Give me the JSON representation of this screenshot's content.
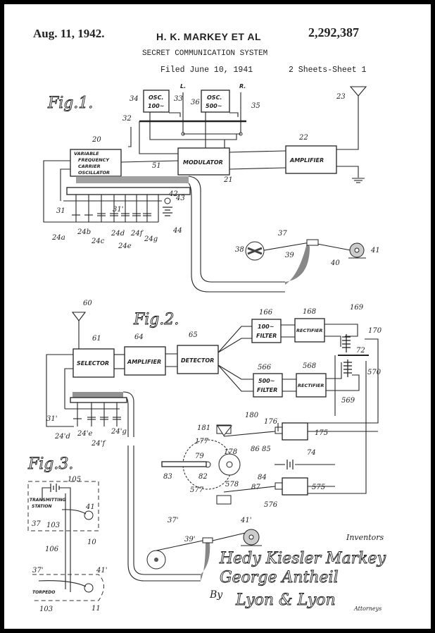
{
  "header": {
    "date": "Aug. 11, 1942.",
    "inventors_short": "H. K. MARKEY ET AL",
    "patent_number": "2,292,387",
    "title": "SECRET COMMUNICATION SYSTEM",
    "filed": "Filed June 10, 1941",
    "sheets": "2 Sheets-Sheet 1"
  },
  "fig1": {
    "label": "Fig.1.",
    "osc1": [
      "OSC.",
      "100~"
    ],
    "osc2": [
      "OSC.",
      "500~"
    ],
    "key_l": "L.",
    "key_r": "R.",
    "vfco": [
      "VARIABLE",
      "FREQUENCY",
      "CARRIER",
      "OSCILLATOR"
    ],
    "modulator": "MODULATOR",
    "amplifier": "AMPLIFIER",
    "refs": {
      "r20": "20",
      "r21": "21",
      "r22": "22",
      "r23": "23",
      "r31": "31",
      "r31b": "31'",
      "r32": "32",
      "r33": "33",
      "r34": "34",
      "r35": "35",
      "r36": "36",
      "r37": "37",
      "r38": "38",
      "r39": "39",
      "r40": "40",
      "r41": "41",
      "r42": "42",
      "r43": "43",
      "r44": "44",
      "r51": "51",
      "c24a": "24a",
      "c24b": "24b",
      "c24c": "24c",
      "c24d": "24d",
      "c24e": "24e",
      "c24f": "24f",
      "c24g": "24g"
    }
  },
  "fig2": {
    "label": "Fig.2.",
    "selector": "SELECTOR",
    "amplifier": "AMPLIFIER",
    "detector": "DETECTOR",
    "filter1": [
      "100~",
      "FILTER"
    ],
    "filter2": [
      "500~",
      "FILTER"
    ],
    "rectifier": "RECTIFIER",
    "refs": {
      "r60": "60",
      "r61": "61",
      "r64": "64",
      "r65": "65",
      "r166": "166",
      "r168": "168",
      "r169": "169",
      "r170": "170",
      "r72": "72",
      "r566": "566",
      "r568": "568",
      "r569": "569",
      "r570": "570",
      "r31p": "31'",
      "c24pd": "24'd",
      "c24pe": "24'e",
      "c24pf": "24'f",
      "c24pg": "24'g",
      "r175": "175",
      "r176": "176",
      "r177": "177",
      "r178": "178",
      "r180": "180",
      "r181": "181",
      "r74": "74",
      "r79": "79",
      "r82": "82",
      "r83": "83",
      "r84": "84",
      "r85": "85",
      "r86": "86",
      "r87": "87",
      "r575": "575",
      "r576": "576",
      "r577": "577",
      "r578": "578",
      "r37p": "37'",
      "r39p": "39'",
      "r41p": "41'"
    }
  },
  "fig3": {
    "label": "Fig.3.",
    "station": [
      "TRANSMITTING",
      "STATION"
    ],
    "torpedo": "TORPEDO",
    "refs": {
      "r105": "105",
      "r41": "41",
      "r37": "37",
      "r103": "103",
      "r10": "10",
      "r106": "106",
      "r37p": "37'",
      "r41p": "41'",
      "r103b": "103",
      "r11": "11"
    }
  },
  "signatures": {
    "inventors_label": "Inventors",
    "inventor1": "Hedy Kiesler Markey",
    "inventor2": "George Antheil",
    "by": "By",
    "attorney": "Lyon & Lyon",
    "attorneys_label": "Attorneys"
  }
}
